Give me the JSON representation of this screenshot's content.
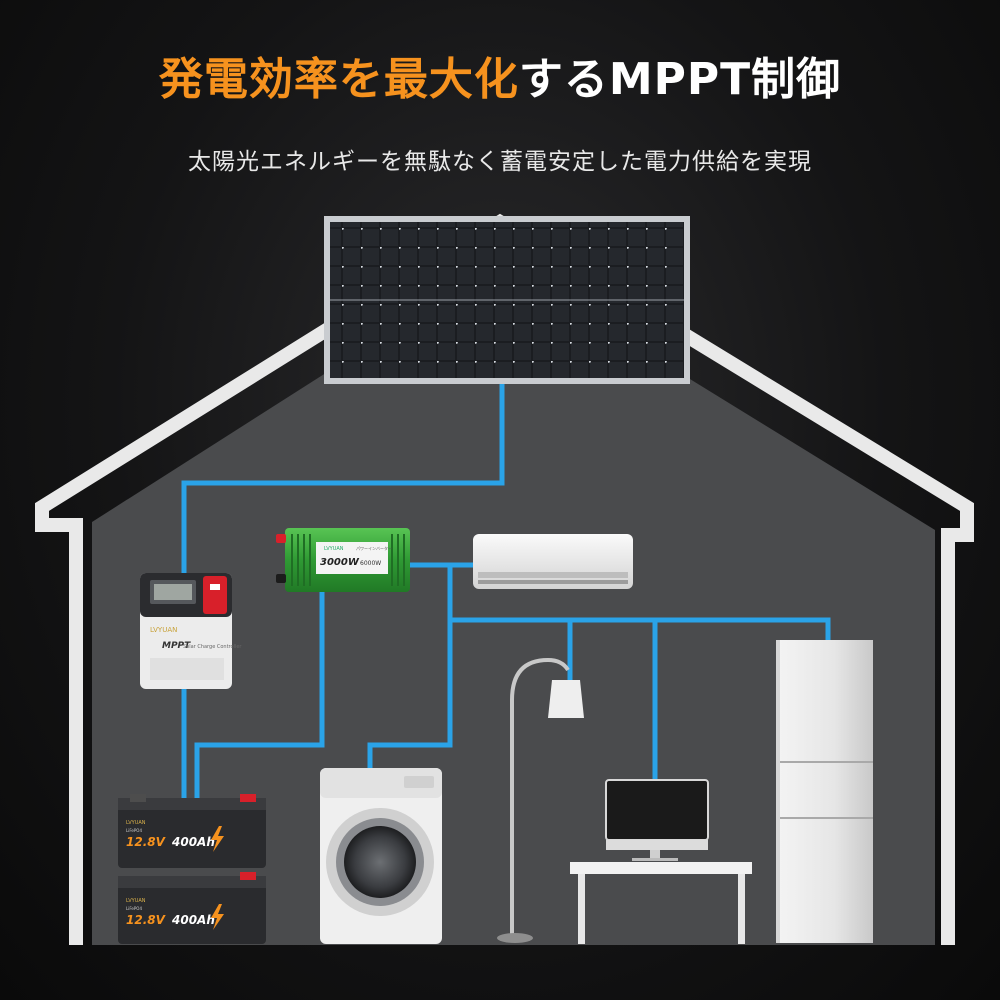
{
  "header": {
    "title_highlight": "発電効率を最大化",
    "title_rest": "するMPPT制御",
    "subtitle": "太陽光エネルギーを無駄なく蓄電安定した電力供給を実現"
  },
  "colors": {
    "accent": "#f6921e",
    "cable": "#2aa3e8",
    "house_wall": "#4a4b4d",
    "house_outline": "#e9e9e9",
    "inverter": "#3cae3f"
  },
  "controller": {
    "brand": "LVYUAN",
    "model": "MPPT",
    "desc": "Solar Charge Controller"
  },
  "inverter": {
    "brand": "LVYUAN",
    "tag": "パワーインバーター",
    "rated": "3000W",
    "peak": "6000W"
  },
  "batteries": [
    {
      "brand": "LVYUAN",
      "type": "LiFePO4",
      "voltage": "12.8V",
      "capacity": "400Ah"
    },
    {
      "brand": "LVYUAN",
      "type": "LiFePO4",
      "voltage": "12.8V",
      "capacity": "400Ah"
    }
  ]
}
